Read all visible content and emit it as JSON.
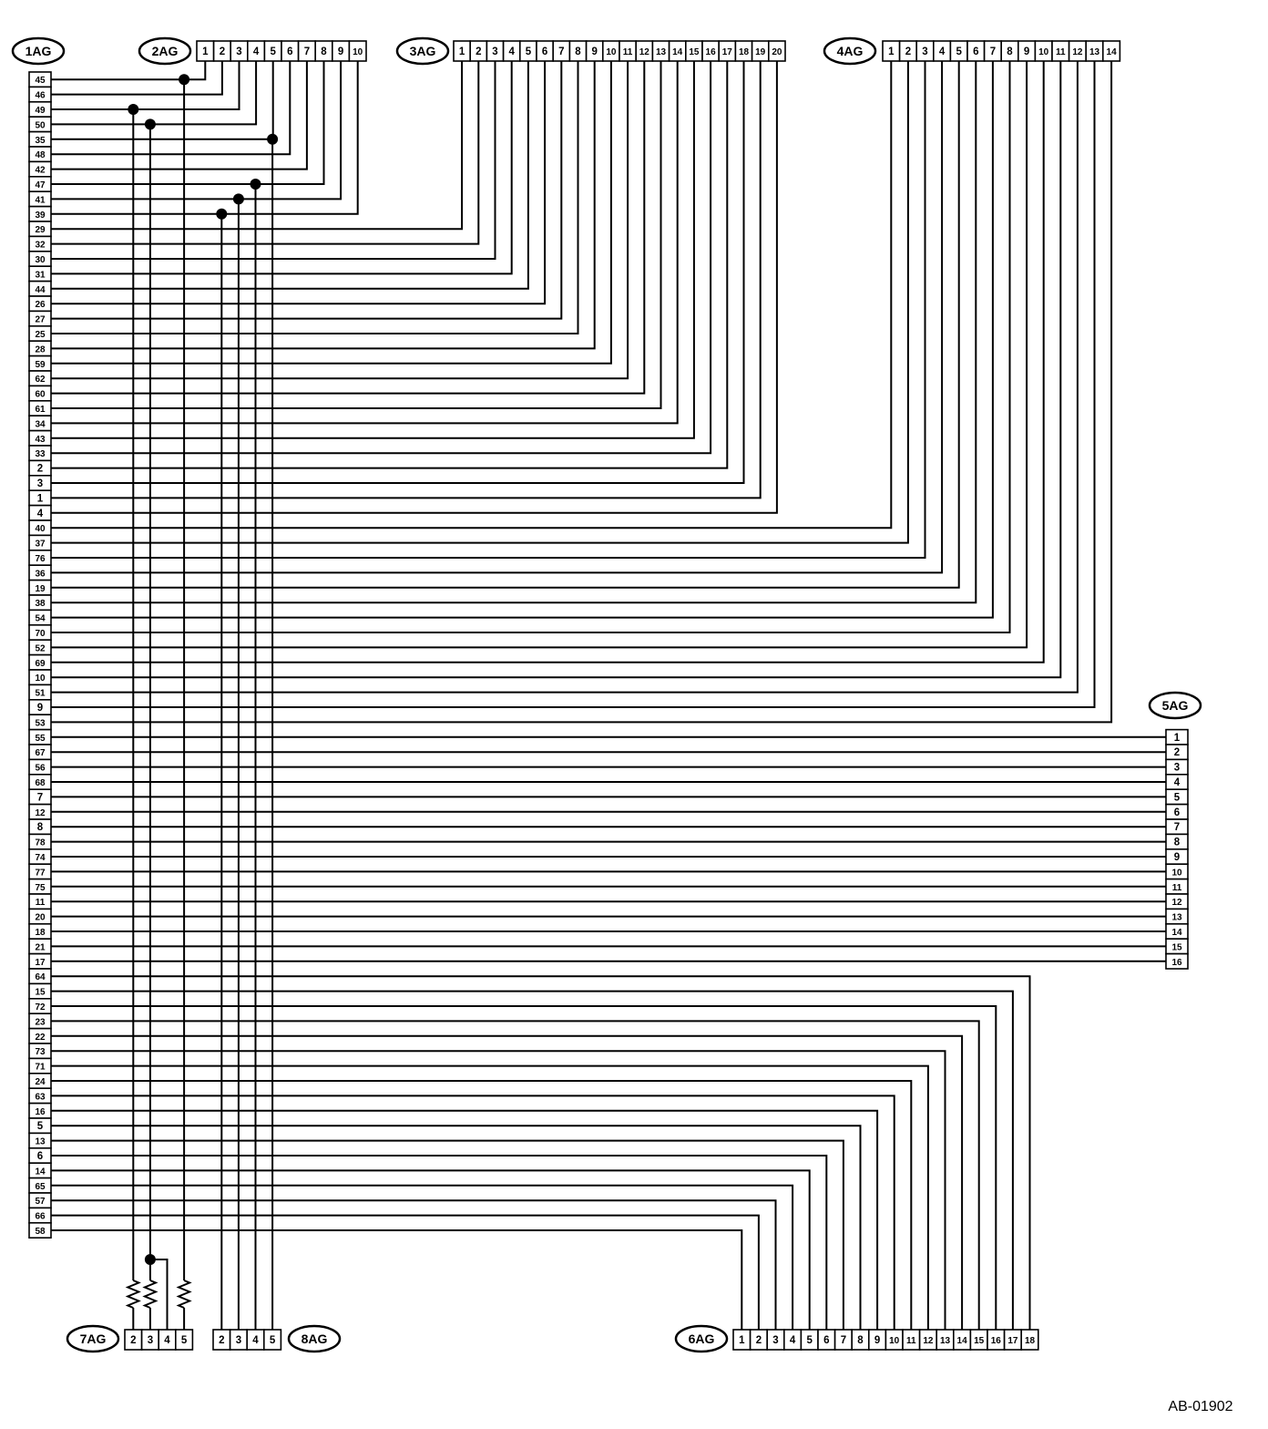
{
  "diagram": {
    "reference_code": "AB-01902",
    "connectors": {
      "c1": {
        "label": "1AG",
        "pins": [
          "45",
          "46",
          "49",
          "50",
          "35",
          "48",
          "42",
          "47",
          "41",
          "39",
          "29",
          "32",
          "30",
          "31",
          "44",
          "26",
          "27",
          "25",
          "28",
          "59",
          "62",
          "60",
          "61",
          "34",
          "43",
          "33",
          "2",
          "3",
          "1",
          "4",
          "40",
          "37",
          "76",
          "36",
          "19",
          "38",
          "54",
          "70",
          "52",
          "69",
          "10",
          "51",
          "9",
          "53",
          "55",
          "67",
          "56",
          "68",
          "7",
          "12",
          "8",
          "78",
          "74",
          "77",
          "75",
          "11",
          "20",
          "18",
          "21",
          "17",
          "64",
          "15",
          "72",
          "23",
          "22",
          "73",
          "71",
          "24",
          "63",
          "16",
          "5",
          "13",
          "6",
          "14",
          "65",
          "57",
          "66",
          "58"
        ]
      },
      "c2": {
        "label": "2AG",
        "pins": [
          "1",
          "2",
          "3",
          "4",
          "5",
          "6",
          "7",
          "8",
          "9",
          "10"
        ]
      },
      "c3": {
        "label": "3AG",
        "pins": [
          "1",
          "2",
          "3",
          "4",
          "5",
          "6",
          "7",
          "8",
          "9",
          "10",
          "11",
          "12",
          "13",
          "14",
          "15",
          "16",
          "17",
          "18",
          "19",
          "20"
        ]
      },
      "c4": {
        "label": "4AG",
        "pins": [
          "1",
          "2",
          "3",
          "4",
          "5",
          "6",
          "7",
          "8",
          "9",
          "10",
          "11",
          "12",
          "13",
          "14"
        ]
      },
      "c5": {
        "label": "5AG",
        "pins": [
          "1",
          "2",
          "3",
          "4",
          "5",
          "6",
          "7",
          "8",
          "9",
          "10",
          "11",
          "12",
          "13",
          "14",
          "15",
          "16"
        ]
      },
      "c6": {
        "label": "6AG",
        "pins": [
          "1",
          "2",
          "3",
          "4",
          "5",
          "6",
          "7",
          "8",
          "9",
          "10",
          "11",
          "12",
          "13",
          "14",
          "15",
          "16",
          "17",
          "18"
        ]
      },
      "c7": {
        "label": "7AG",
        "pins": [
          "2",
          "3",
          "4",
          "5"
        ]
      },
      "c8": {
        "label": "8AG",
        "pins": [
          "2",
          "3",
          "4",
          "5"
        ]
      }
    }
  }
}
